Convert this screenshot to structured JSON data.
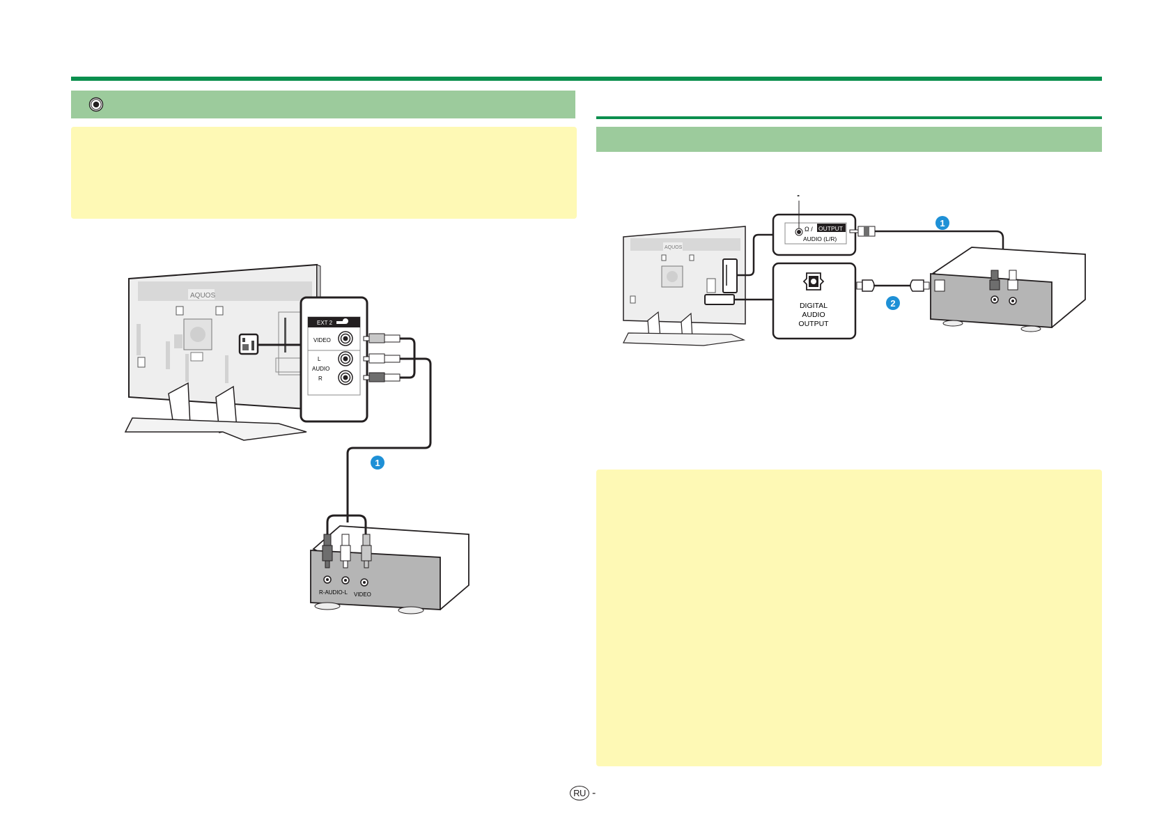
{
  "colors": {
    "rule_green": "#0b8f4e",
    "header_green": "#9ccb9c",
    "note_yellow": "#fef9b5",
    "badge_blue": "#1e90d6",
    "device_gray": "#b5b5b5",
    "tv_gray": "#e6e6e6"
  },
  "left_section": {
    "header_icon": "rca-jack-icon",
    "diagram": {
      "tv_brand_label": "AQUOS",
      "jack_panel": {
        "title": "EXT 2",
        "title_icon": "scart-2-icon",
        "labels": {
          "video": "VIDEO",
          "audio_l": "L",
          "audio": "AUDIO",
          "audio_r": "R"
        }
      },
      "cable_badge": "1",
      "device_labels": {
        "audio": "R-AUDIO-L",
        "video": "VIDEO"
      }
    }
  },
  "right_section": {
    "diagram": {
      "tv_brand_label": "AQUOS",
      "asterisk": "*",
      "headphone_panel": {
        "symbol": "Ω /",
        "badge": "OUTPUT",
        "label": "AUDIO (L/R)"
      },
      "digital_panel": {
        "label_lines": [
          "DIGITAL",
          "AUDIO",
          "OUTPUT"
        ]
      },
      "cable_badges": [
        "1",
        "2"
      ]
    }
  },
  "footer": {
    "lang_badge": "RU",
    "page_suffix": "-"
  }
}
